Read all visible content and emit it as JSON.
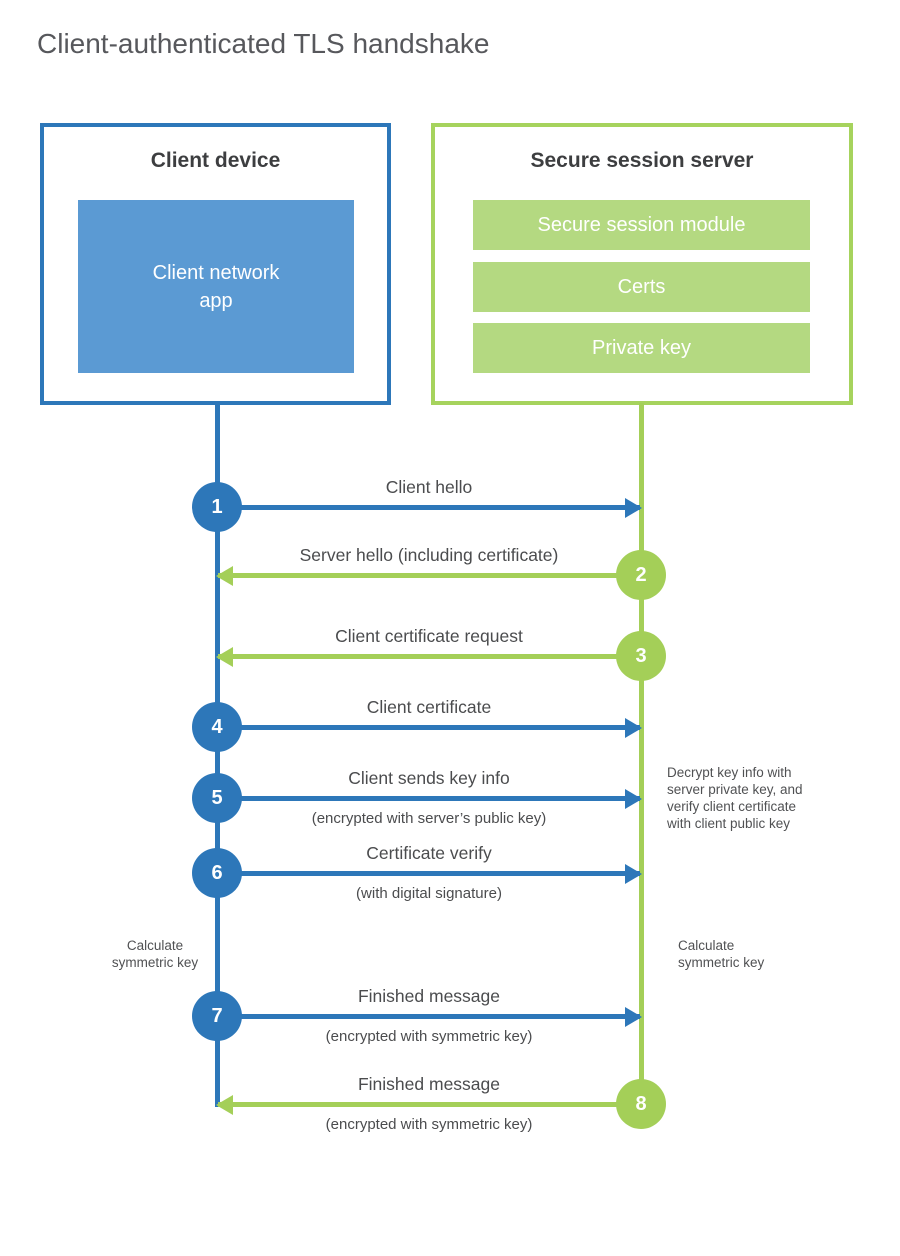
{
  "title": "Client-authenticated TLS handshake",
  "colors": {
    "blue": "#2d77b9",
    "light_blue": "#5b9ad3",
    "green": "#a4cf58",
    "light_green": "#b4d981",
    "text_dark": "#3d3e40",
    "text_gray": "#4b4c4e"
  },
  "client_box": {
    "title": "Client device",
    "app_label": [
      "Client network",
      "app"
    ]
  },
  "server_box": {
    "title": "Secure session server",
    "modules": [
      "Secure session module",
      "Certs",
      "Private key"
    ]
  },
  "messages": [
    {
      "number": "1",
      "from": "client",
      "label": "Client hello",
      "sublabel": ""
    },
    {
      "number": "2",
      "from": "server",
      "label": "Server hello (including certificate)",
      "sublabel": ""
    },
    {
      "number": "3",
      "from": "server",
      "label": "Client certificate request",
      "sublabel": ""
    },
    {
      "number": "4",
      "from": "client",
      "label": "Client certificate",
      "sublabel": ""
    },
    {
      "number": "5",
      "from": "client",
      "label": "Client sends key info",
      "sublabel": "(encrypted with server’s public key)"
    },
    {
      "number": "6",
      "from": "client",
      "label": "Certificate verify",
      "sublabel": "(with digital signature)"
    },
    {
      "number": "7",
      "from": "client",
      "label": "Finished message",
      "sublabel": "(encrypted with symmetric key)"
    },
    {
      "number": "8",
      "from": "server",
      "label": "Finished message",
      "sublabel": "(encrypted with symmetric key)"
    }
  ],
  "annotations": {
    "decrypt_note": [
      "Decrypt key info with",
      "server private key, and",
      "verify client certificate",
      "with client public key"
    ],
    "calc_left": [
      "Calculate",
      "symmetric key"
    ],
    "calc_right": [
      "Calculate",
      "symmetric key"
    ]
  }
}
